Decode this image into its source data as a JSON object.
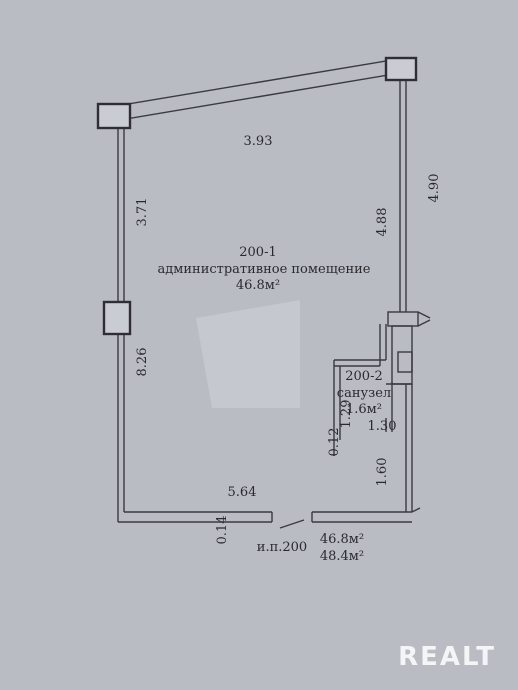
{
  "plan": {
    "dims": {
      "top": "3.93",
      "left_upper": "3.71",
      "left_lower": "8.26",
      "right_outer": "4.90",
      "right_inner": "4.88",
      "bottom": "5.64",
      "bottom_small": "0.14",
      "wc_height": "1.29",
      "wc_width": "1.30",
      "wc_small": "0.12",
      "right_lower": "1.60"
    },
    "room1": {
      "number": "200-1",
      "name": "административное помещение",
      "area": "46.8м²"
    },
    "room2": {
      "number": "200-2",
      "name": "санузел",
      "area": "1.6м²"
    },
    "totals": {
      "label": "и.п.200",
      "area_main": "46.8м²",
      "area_total": "48.4м²"
    }
  },
  "brand": {
    "text": "REALT"
  }
}
